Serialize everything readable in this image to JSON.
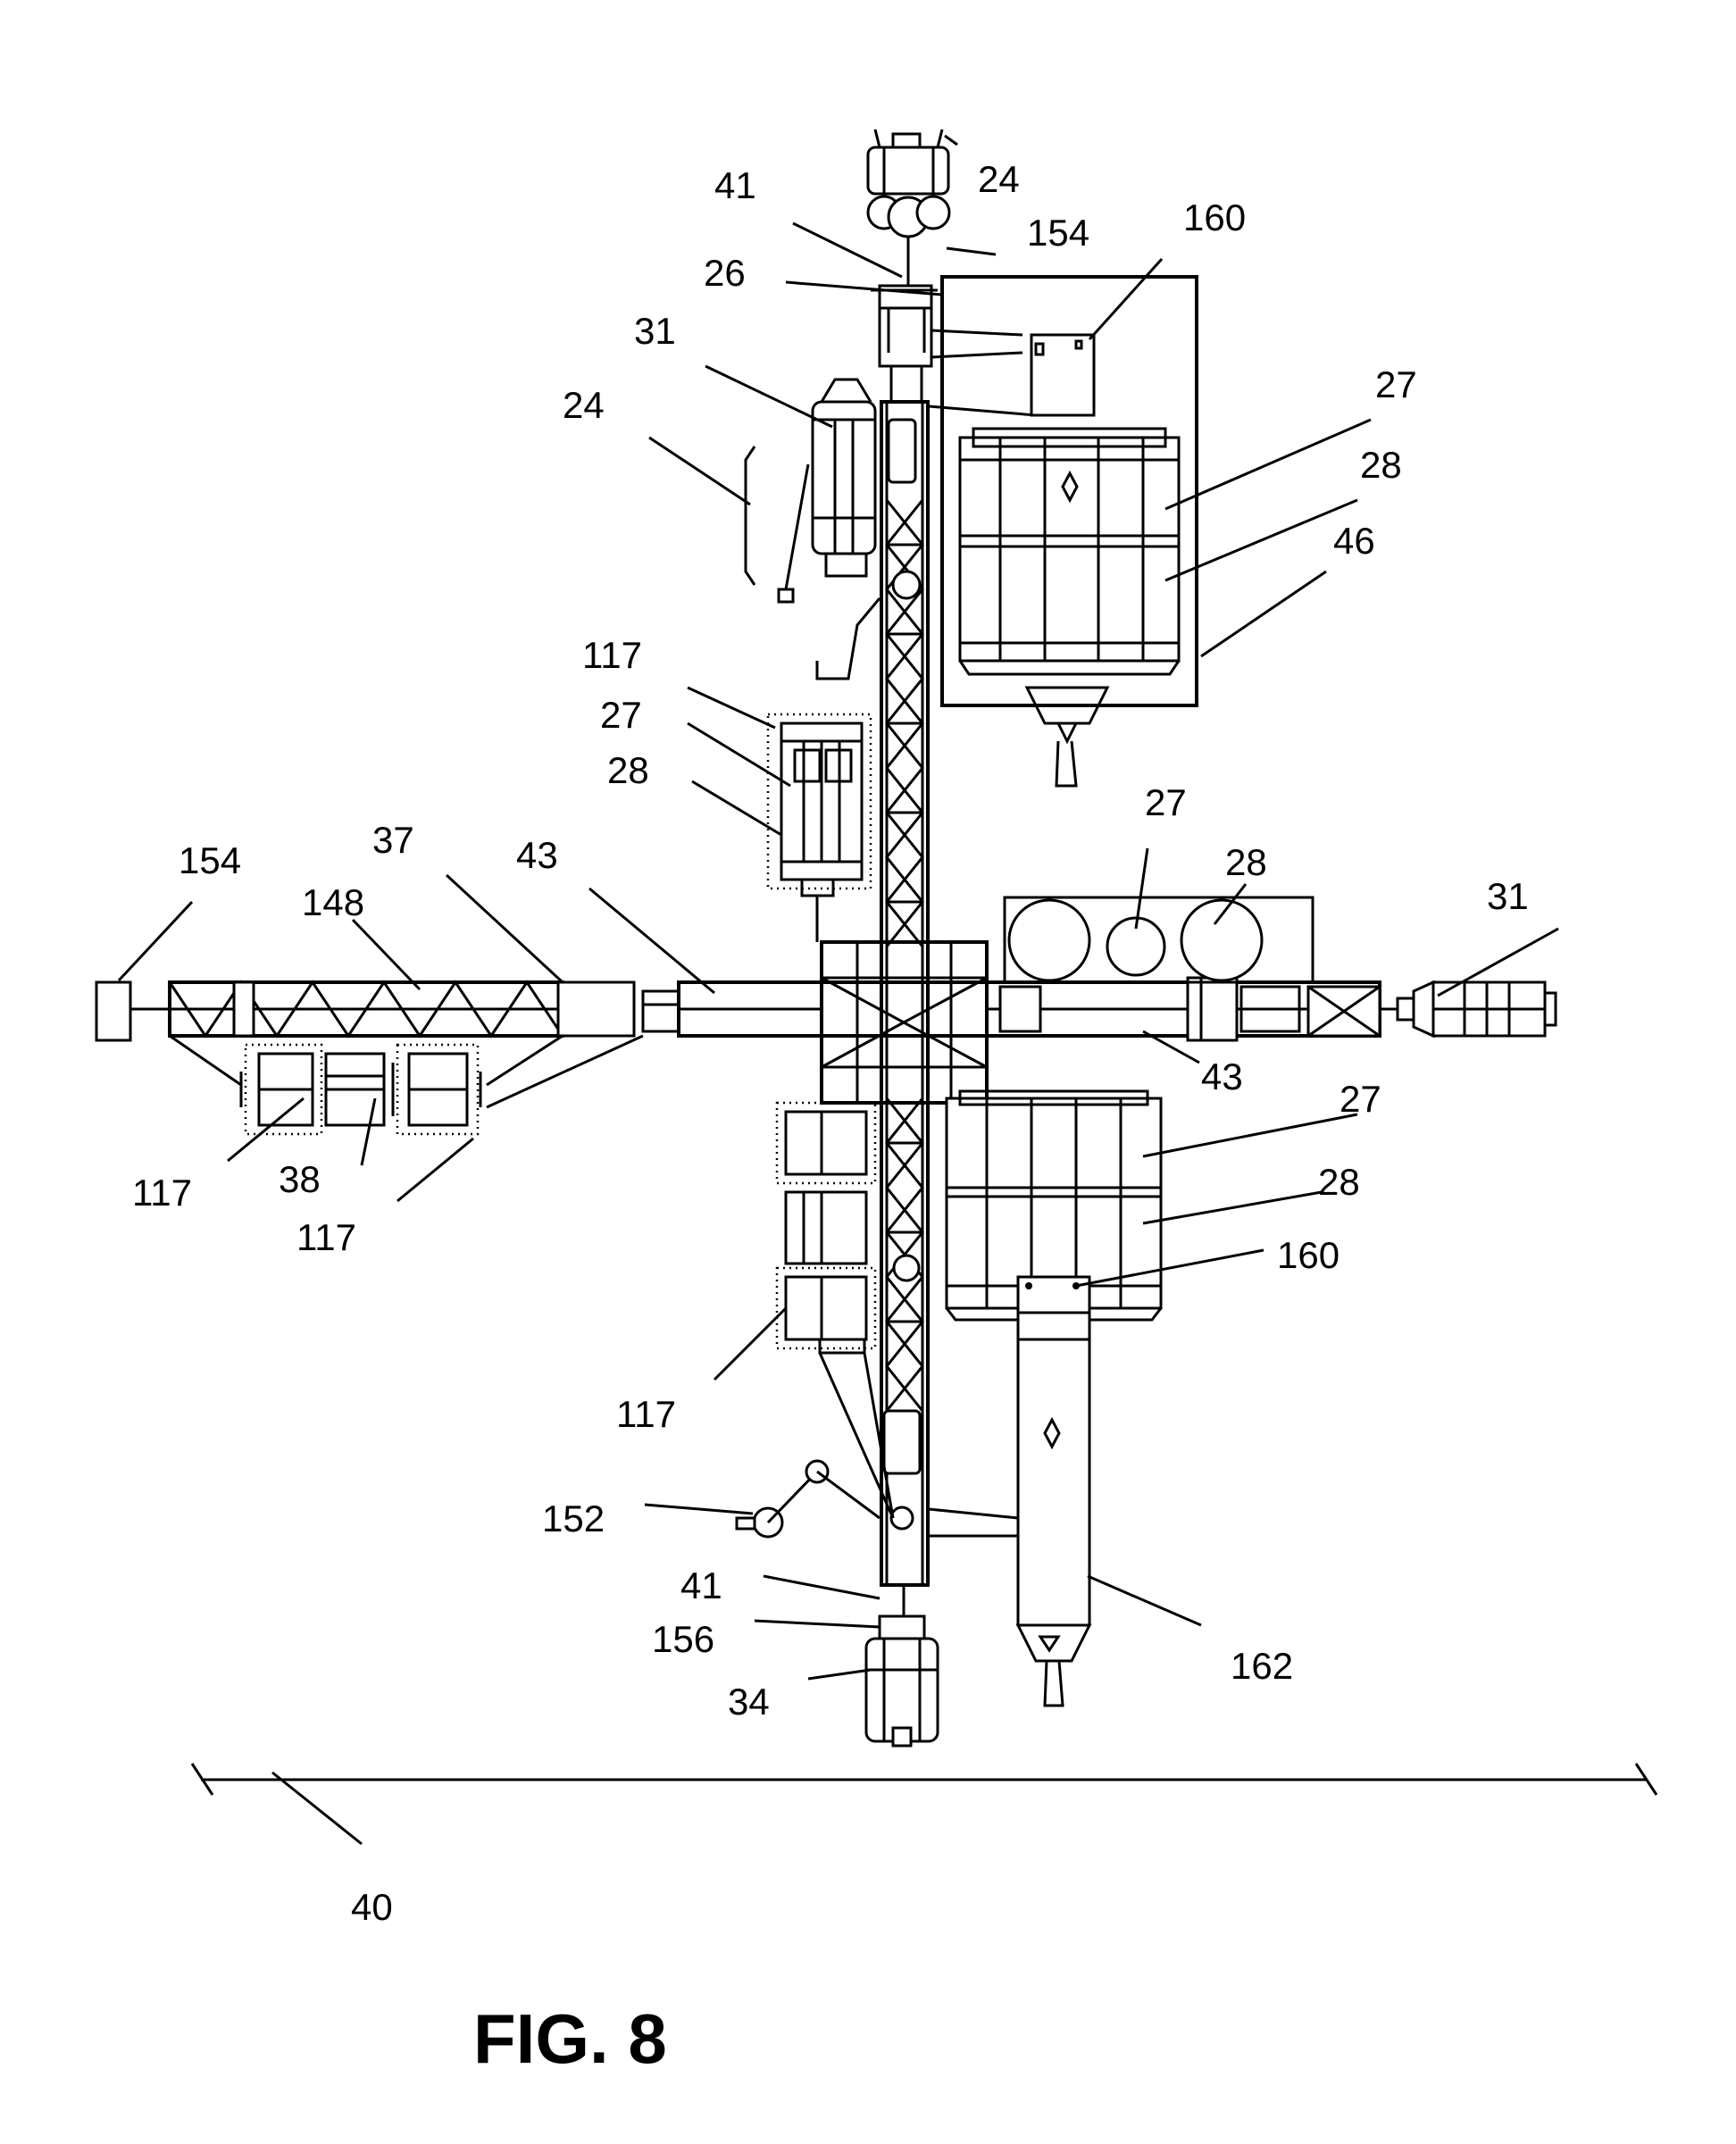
{
  "caption": "FIG. 8",
  "labels": [
    {
      "id": "l24a",
      "text": "24"
    },
    {
      "id": "l41a",
      "text": "41"
    },
    {
      "id": "l154a",
      "text": "154"
    },
    {
      "id": "l160a",
      "text": "160"
    },
    {
      "id": "l26",
      "text": "26"
    },
    {
      "id": "l31a",
      "text": "31"
    },
    {
      "id": "l24b",
      "text": "24"
    },
    {
      "id": "l27a",
      "text": "27"
    },
    {
      "id": "l28a",
      "text": "28"
    },
    {
      "id": "l46",
      "text": "46"
    },
    {
      "id": "l117a",
      "text": "117"
    },
    {
      "id": "l27b",
      "text": "27"
    },
    {
      "id": "l28b",
      "text": "28"
    },
    {
      "id": "l27c",
      "text": "27"
    },
    {
      "id": "l28c",
      "text": "28"
    },
    {
      "id": "l154b",
      "text": "154"
    },
    {
      "id": "l37",
      "text": "37"
    },
    {
      "id": "l43a",
      "text": "43"
    },
    {
      "id": "l148",
      "text": "148"
    },
    {
      "id": "l31b",
      "text": "31"
    },
    {
      "id": "l43b",
      "text": "43"
    },
    {
      "id": "l27d",
      "text": "27"
    },
    {
      "id": "l28d",
      "text": "28"
    },
    {
      "id": "l160b",
      "text": "160"
    },
    {
      "id": "l117b",
      "text": "117"
    },
    {
      "id": "l38",
      "text": "38"
    },
    {
      "id": "l117c",
      "text": "117"
    },
    {
      "id": "l117d",
      "text": "117"
    },
    {
      "id": "l152",
      "text": "152"
    },
    {
      "id": "l41b",
      "text": "41"
    },
    {
      "id": "l156",
      "text": "156"
    },
    {
      "id": "l34",
      "text": "34"
    },
    {
      "id": "l162",
      "text": "162"
    },
    {
      "id": "l40",
      "text": "40"
    }
  ]
}
